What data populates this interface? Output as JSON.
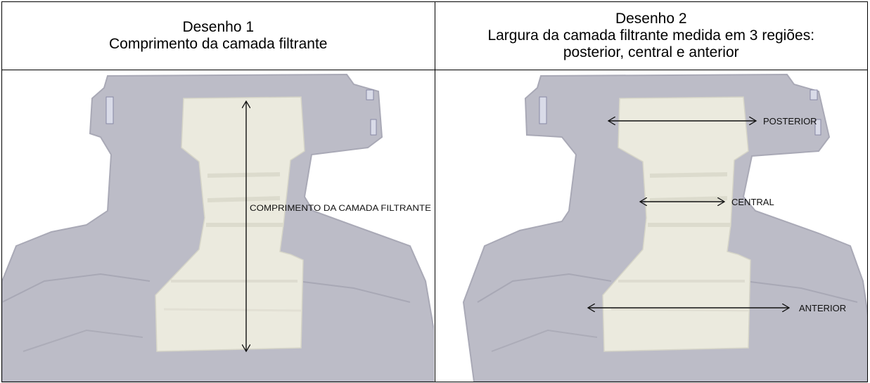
{
  "drawing1": {
    "title": "Desenho 1",
    "subtitle": "Comprimento da camada filtrante",
    "label_length": "COMPRIMENTO DA CAMADA FILTRANTE"
  },
  "drawing2": {
    "title": "Desenho 2",
    "subtitle_line1": "Largura da camada filtrante medida em 3 regiões:",
    "subtitle_line2": "posterior, central e anterior",
    "label_posterior": "POSTERIOR",
    "label_central": "CENTRAL",
    "label_anterior": "ANTERIOR"
  },
  "colors": {
    "diaper_shell": "#b9b9c4",
    "diaper_shell_dark": "#a3a3b0",
    "absorbent_pad": "#ecebe2",
    "arrow": "#111111"
  }
}
